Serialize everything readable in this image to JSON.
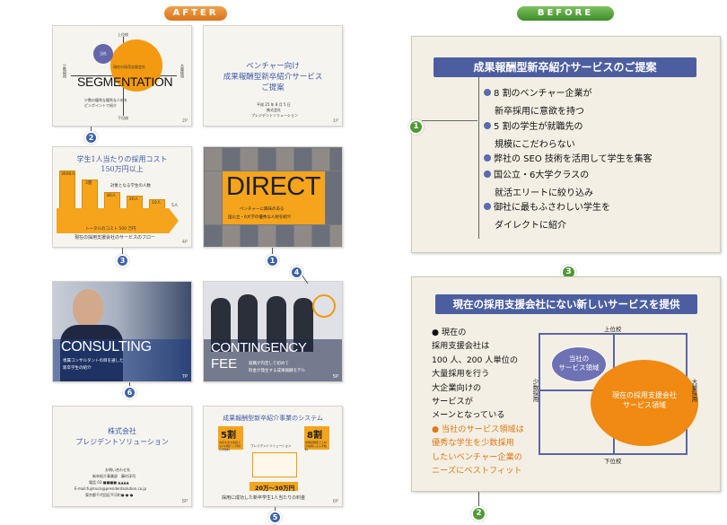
{
  "tags": {
    "after": "AFTER",
    "before": "BEFORE"
  },
  "after": {
    "s1": {
      "label_top": "上位校",
      "label_bottom": "下位校",
      "label_left": "少数採用",
      "label_right": "大量採用",
      "small_circle": "当社",
      "big_circle": "現在の採用支援会社",
      "heading": "SEGMENTATION",
      "sub1": "少数の優秀な優秀な人材を",
      "sub2": "ピンポイントで紹介",
      "page": "2P"
    },
    "s2": {
      "line1": "ベンチャー向け",
      "line2": "成果報酬型新卒紹介サービス",
      "line3": "ご提案",
      "date": "平成 25 年 8 月 5 日",
      "company_type": "株式会社",
      "company": "プレジデントソリューション",
      "page": "1P"
    },
    "s3": {
      "title1": "学生1人当たりの採用コスト",
      "title2": "150万円以上",
      "label_target": "対象となる学生の人数",
      "bars": [
        {
          "label": "3600人"
        },
        {
          "label": "3割"
        },
        {
          "label": "80人"
        },
        {
          "label": "20人"
        },
        {
          "label": "10人"
        },
        {
          "label": "5人"
        }
      ],
      "total": "トータルのコスト 500 万円",
      "flow": "現在の採用支援会社のサービスのフロー",
      "page": "4P"
    },
    "s4": {
      "heading": "DIRECT",
      "sub1": "ベンチャーに興味のある",
      "sub2": "国公立・6大学の優秀な人材を紹介"
    },
    "s5": {
      "heading": "CONSULTING",
      "sub1": "専属コンサルタントの目を通した",
      "sub2": "新卒学生の紹介",
      "page": "7P"
    },
    "s6": {
      "heading1": "CONTINGENCY",
      "heading2": "FEE",
      "sub1": "就職が内定して初めて",
      "sub2": "料金が発生する成果報酬モデル",
      "page": "5P"
    },
    "s7": {
      "company_type": "株式会社",
      "company": "プレジデントソリューション",
      "contact_label": "お問い合わせ先",
      "dept": "新卒紹介事業部　藤村淳司",
      "tel": "電話 03-■■■■-▲▲▲▲",
      "email": "E-mail:fujimura@presidentsolution.co.jp",
      "address": "東京都千代田区平河町●-●-●",
      "page": "8P"
    },
    "s8": {
      "title": "成果報酬型新卒紹介事業のシステム",
      "left_num": "5割",
      "left_desc": "内定を出す段階では人材紹介と同様の手数料",
      "right_num": "8割",
      "right_desc": "成果報酬型で人材の採用による手数料",
      "center": "プレジデントソリューション",
      "price": "20万〜30万円",
      "footer": "採用に成功した新卒学生1人当たりの料金",
      "page": "6P"
    }
  },
  "before1": {
    "title": "成果報酬型新卒紹介サービスのご提案",
    "items": [
      {
        "line1": "8 割のベンチャー企業が",
        "line2": "新卒採用に意欲を持つ"
      },
      {
        "line1": "5 割の学生が就職先の",
        "line2": "規模にこだわらない"
      },
      {
        "line1": "弊社の SEO 技術を活用して学生を集客",
        "line2": ""
      },
      {
        "line1": "国公立・6大学クラスの",
        "line2": "就活エリートに絞り込み"
      },
      {
        "line1": "御社に最もふさわしい学生を",
        "line2": "ダイレクトに紹介"
      }
    ]
  },
  "before2": {
    "title": "現在の採用支援会社にない新しいサービスを提供",
    "text_lines": [
      "● 現在の",
      "採用支援会社は",
      "100 人、200 人単位の",
      "大量採用を行う",
      "大企業向けの",
      "サービスが",
      "メーンとなっている"
    ],
    "orange_lines": [
      "● 当社のサービス領域は",
      "優秀な学生を少数採用",
      "したいベンチャー企業の",
      "ニーズにベストフィット"
    ],
    "label_top": "上位校",
    "label_bottom": "下位校",
    "label_left": "少数採用",
    "label_right": "大量採用",
    "small_circle1": "当社の",
    "small_circle2": "サービス領域",
    "big_circle1": "現在の採用支援会社",
    "big_circle2": "サービス領域"
  },
  "markers": {
    "m1": "1",
    "m2": "2",
    "m3": "3",
    "m4": "4",
    "m5": "5",
    "m6": "6",
    "g1": "1",
    "g2": "2",
    "g3": "3"
  },
  "colors": {
    "orange": "#f39a10",
    "navy": "#4d5ea0",
    "blue_marker": "#3e63a8",
    "green_marker": "#4f9a36"
  }
}
